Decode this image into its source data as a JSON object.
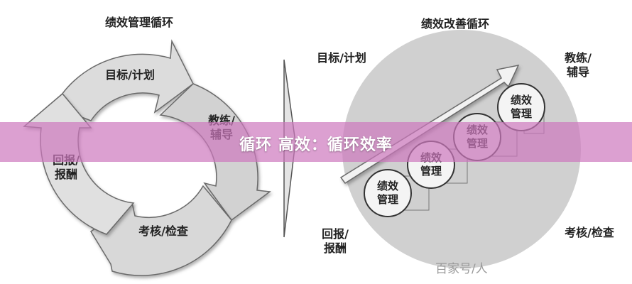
{
  "left_cycle": {
    "title": "绩效管理循环",
    "steps": {
      "plan": "目标/计划",
      "coach": "教练/辅导",
      "review": "考核/检查",
      "reward": "回报/报酬"
    }
  },
  "right_cycle": {
    "title": "绩效改善循环",
    "corners": {
      "plan": "目标/计划",
      "coach": "教练/辅导",
      "review": "考核/检查",
      "reward": "回报/报酬"
    },
    "stage_label": "绩效管理"
  },
  "banner": {
    "text": "循环 高效：循环效率"
  },
  "watermark": {
    "text": "百家号/人"
  },
  "colors": {
    "banner": "#cd78be",
    "circle": "#d0d0d0",
    "arrow": "#e6e6e6"
  }
}
